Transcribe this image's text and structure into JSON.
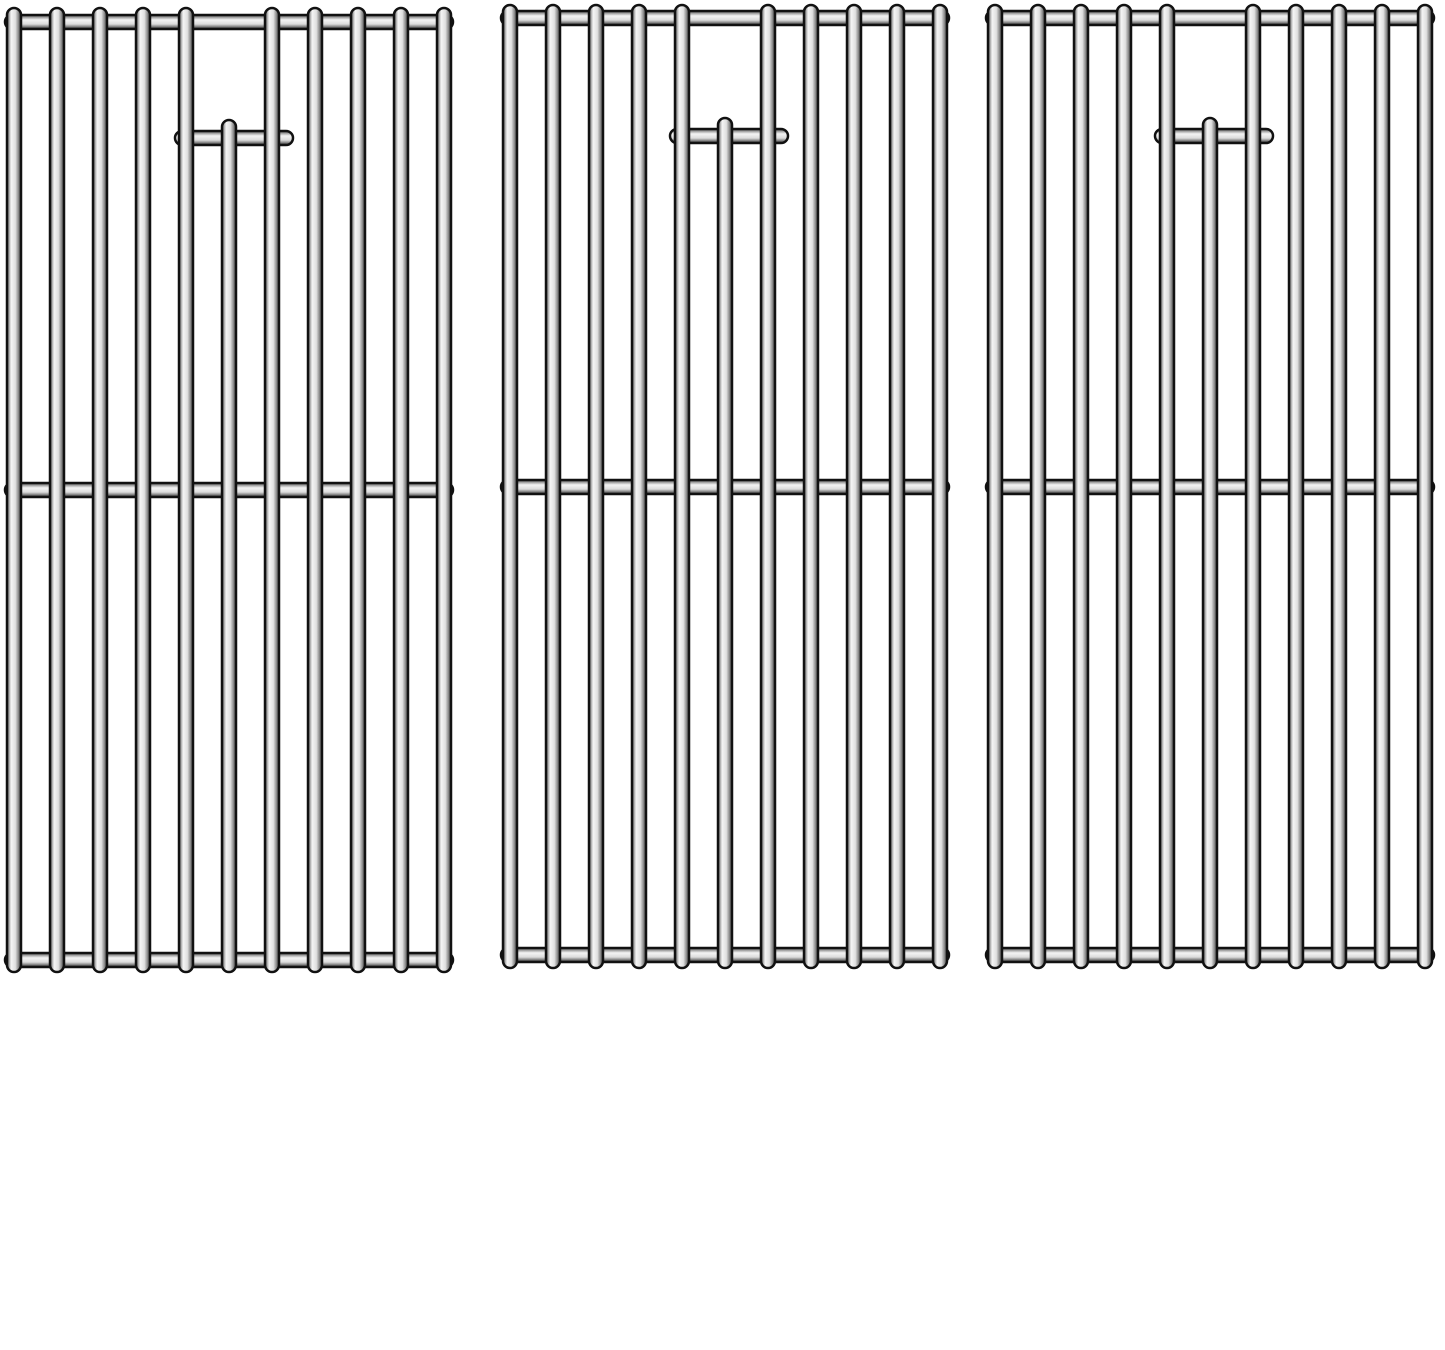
{
  "image": {
    "subject": "grill-cooking-grates",
    "grate_count": 3,
    "rods_per_grate": 11,
    "colors": {
      "background": "#ffffff",
      "outline": "#111111",
      "rod_highlight": "#f2f2f2",
      "rod_shade": "#9a9a9a"
    }
  }
}
